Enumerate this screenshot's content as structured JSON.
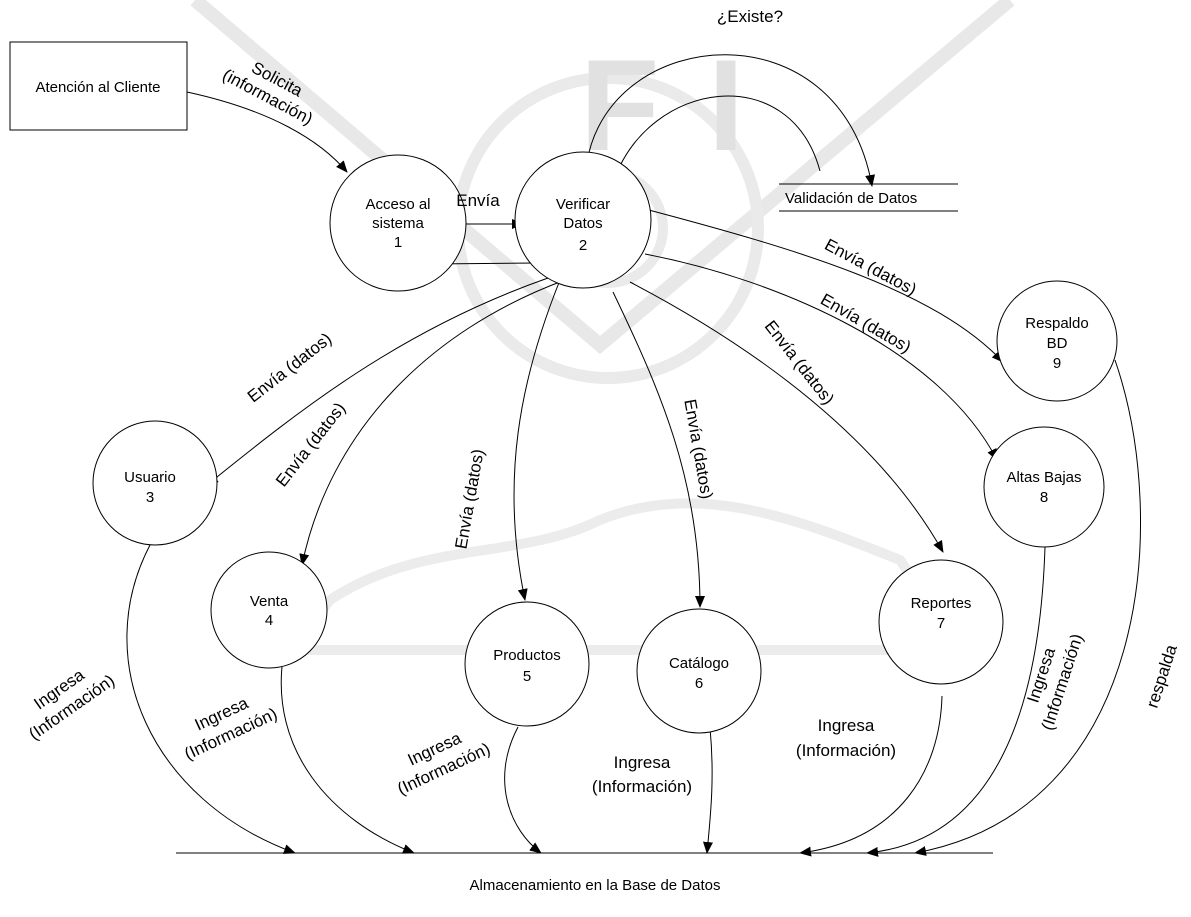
{
  "external_entity": {
    "label": "Atención al Cliente"
  },
  "processes": [
    {
      "id": "acceso",
      "lines": [
        "Acceso al",
        "sistema",
        "1"
      ]
    },
    {
      "id": "verificar",
      "lines": [
        "Verificar",
        "Datos",
        "2"
      ]
    },
    {
      "id": "usuario",
      "lines": [
        "Usuario",
        "3"
      ]
    },
    {
      "id": "venta",
      "lines": [
        "Venta",
        "4"
      ]
    },
    {
      "id": "productos",
      "lines": [
        "Productos",
        "5"
      ]
    },
    {
      "id": "catalogo",
      "lines": [
        "Catálogo",
        "6"
      ]
    },
    {
      "id": "reportes",
      "lines": [
        "Reportes",
        "7"
      ]
    },
    {
      "id": "altas",
      "lines": [
        "Altas Bajas",
        "8"
      ]
    },
    {
      "id": "respaldo",
      "lines": [
        "Respaldo",
        "BD",
        "9"
      ]
    }
  ],
  "data_stores": {
    "validacion": {
      "label": "Validación de Datos"
    },
    "almacenamiento": {
      "label": "Almacenamiento en la Base de Datos"
    }
  },
  "flow_labels": {
    "solicita": [
      "Solicita",
      "(información)"
    ],
    "envia": "Envía",
    "existe": "¿Existe?",
    "envia_datos": "Envía (datos)",
    "ingresa": [
      "Ingresa",
      "(Información)"
    ],
    "respalda": "respalda"
  },
  "watermark": {
    "letters": [
      "F",
      "I"
    ]
  }
}
